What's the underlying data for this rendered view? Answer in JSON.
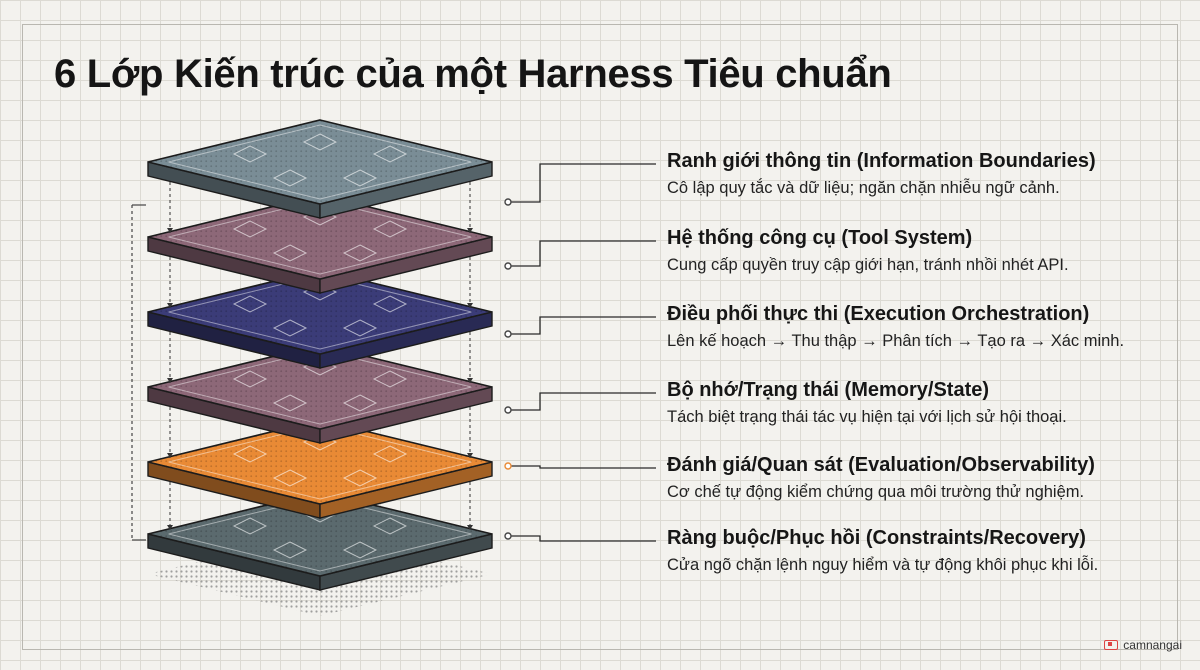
{
  "title": "6 Lớp Kiến trúc của một Harness Tiêu chuẩn",
  "layers": [
    {
      "heading": "Ranh giới thông tin (Information Boundaries)",
      "description": "Cô lập quy tắc và dữ liệu; ngăn chặn nhiễu ngữ cảnh.",
      "color": "#7a8d96",
      "dot_color": "#444444"
    },
    {
      "heading": "Hệ thống công cụ (Tool System)",
      "description": "Cung cấp quyền truy cập giới hạn, tránh nhồi nhét API.",
      "color": "#8d6878",
      "dot_color": "#444444"
    },
    {
      "heading": "Điều phối thực thi (Execution Orchestration)",
      "description": "Lên kế hoạch → Thu thập → Phân tích → Tạo ra → Xác minh.",
      "color": "#3b3c78",
      "dot_color": "#444444"
    },
    {
      "heading": "Bộ nhớ/Trạng thái (Memory/State)",
      "description": "Tách biệt trạng thái tác vụ hiện tại với lịch sử hội thoại.",
      "color": "#8d6878",
      "dot_color": "#444444"
    },
    {
      "heading": "Đánh giá/Quan sát (Evaluation/Observability)",
      "description": "Cơ chế tự động kiểm chứng qua môi trường thử nghiệm.",
      "color": "#e98a35",
      "dot_color": "#e98a35"
    },
    {
      "heading": "Ràng buộc/Phục hồi (Constraints/Recovery)",
      "description": "Cửa ngõ chặn lệnh nguy hiểm và tự động khôi phục khi lỗi.",
      "color": "#5b6a6e",
      "dot_color": "#444444"
    }
  ],
  "brand": "camnangai"
}
